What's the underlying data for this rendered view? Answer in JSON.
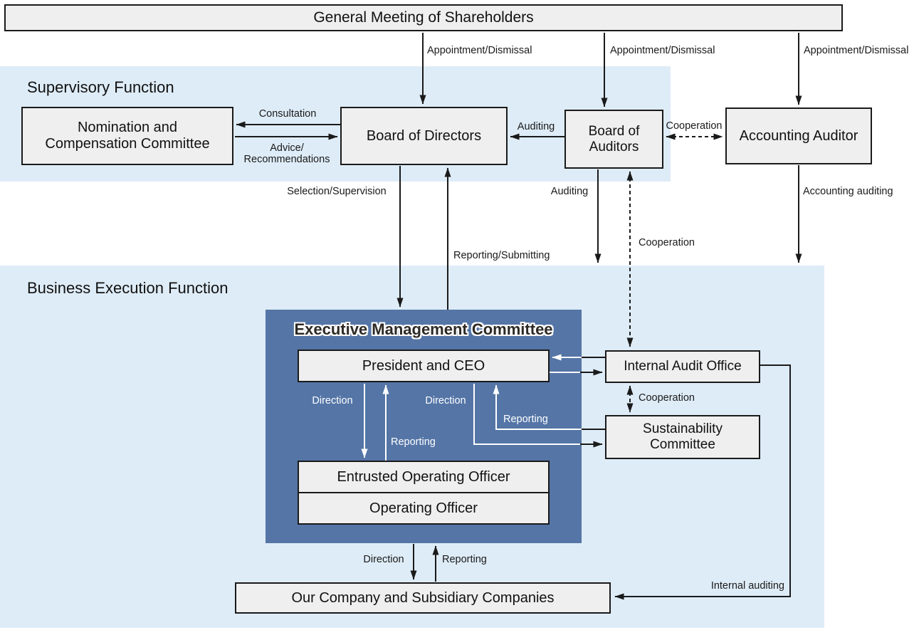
{
  "regions": {
    "supervisory": "Supervisory Function",
    "business": "Business Execution Function"
  },
  "nodes": {
    "shareholders": "General Meeting of Shareholders",
    "nomination_committee": {
      "line1": "Nomination and",
      "line2": "Compensation Committee"
    },
    "board_of_directors": "Board of Directors",
    "board_of_auditors": {
      "line1": "Board of",
      "line2": "Auditors"
    },
    "accounting_auditor": "Accounting Auditor",
    "executive_management_committee": "Executive Management Committee",
    "president_ceo": "President and CEO",
    "entrusted_operating_officer": "Entrusted Operating Officer",
    "operating_officer": "Operating Officer",
    "internal_audit_office": "Internal Audit Office",
    "sustainability_committee": {
      "line1": "Sustainability",
      "line2": "Committee"
    },
    "company": "Our Company and Subsidiary Companies"
  },
  "edge_labels": {
    "appointment_dismissal_directors": "Appointment/Dismissal",
    "appointment_dismissal_auditors": "Appointment/Dismissal",
    "appointment_dismissal_accounting": "Appointment/Dismissal",
    "consultation": "Consultation",
    "advice_recommendations": "Advice/\nRecommendations",
    "auditing_auditors_directors": "Auditing",
    "cooperation_auditors_accounting": "Cooperation",
    "selection_supervision": "Selection/Supervision",
    "reporting_submitting": "Reporting/Submitting",
    "auditing_down": "Auditing",
    "cooperation_auditors_internal": "Cooperation",
    "accounting_auditing": "Accounting auditing",
    "direction_ceo_officers": "Direction",
    "reporting_officers_ceo": "Reporting",
    "direction_ceo_sustainability": "Direction",
    "reporting_sustainability_ceo": "Reporting",
    "cooperation_internal_sustainability": "Cooperation",
    "direction_emc_company": "Direction",
    "reporting_company_emc": "Reporting",
    "internal_auditing": "Internal auditing"
  },
  "colors": {
    "region_bg": "#deecf7",
    "emc_bg": "#5475a6",
    "node_fill": "#efefef",
    "node_border": "#1a1a1a",
    "line": "#1a1a1a"
  }
}
